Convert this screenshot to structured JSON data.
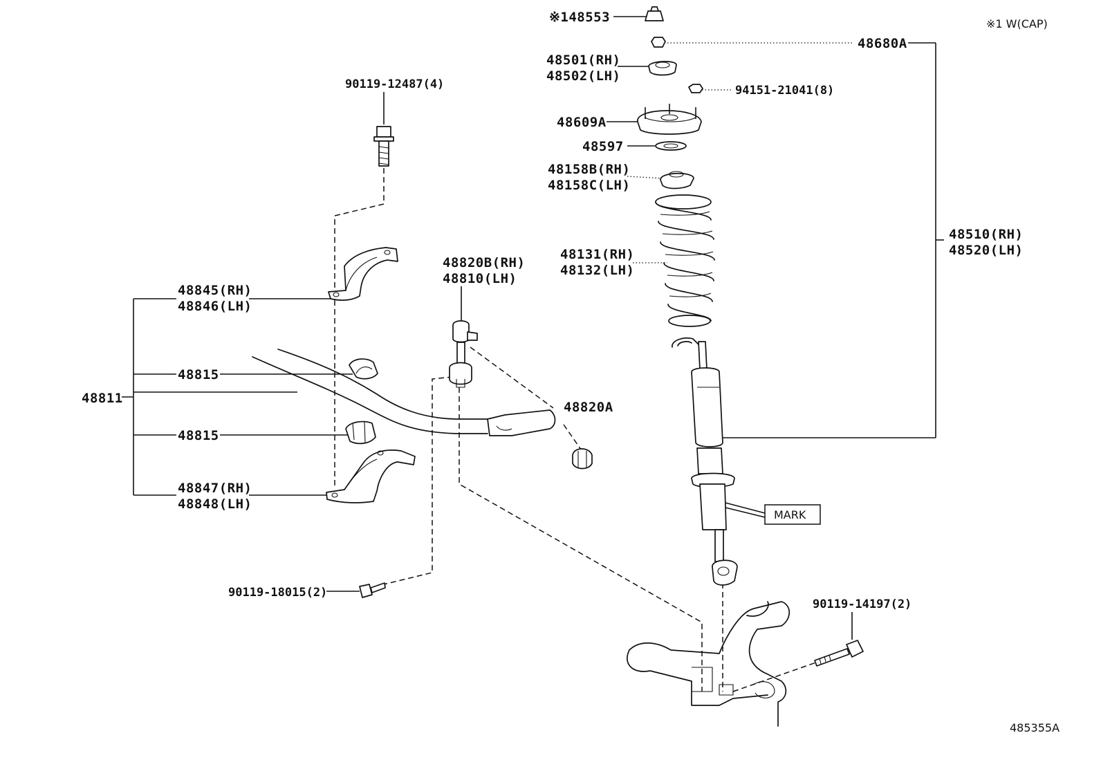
{
  "labels": {
    "p48553": "※148553",
    "note_cap": "※1 W(CAP)",
    "p48680A": "48680A",
    "p48501": "48501(RH)",
    "p48502": "48502(LH)",
    "p94151": "94151-21041(8)",
    "p48609A": "48609A",
    "p48597": "48597",
    "p48158B": "48158B(RH)",
    "p48158C": "48158C(LH)",
    "p48510": "48510(RH)",
    "p48520": "48520(LH)",
    "p48131": "48131(RH)",
    "p48132": "48132(LH)",
    "p90119_12487": "90119-12487(4)",
    "p48820B": "48820B(RH)",
    "p48810": "48810(LH)",
    "p48845": "48845(RH)",
    "p48846": "48846(LH)",
    "p48815a": "48815",
    "p48811": "48811",
    "p48820A": "48820A",
    "p48815b": "48815",
    "p48847": "48847(RH)",
    "p48848": "48848(LH)",
    "mark": "MARK",
    "p90119_18015": "90119-18015(2)",
    "p90119_14197": "90119-14197(2)",
    "illustration_no": "485355A"
  }
}
